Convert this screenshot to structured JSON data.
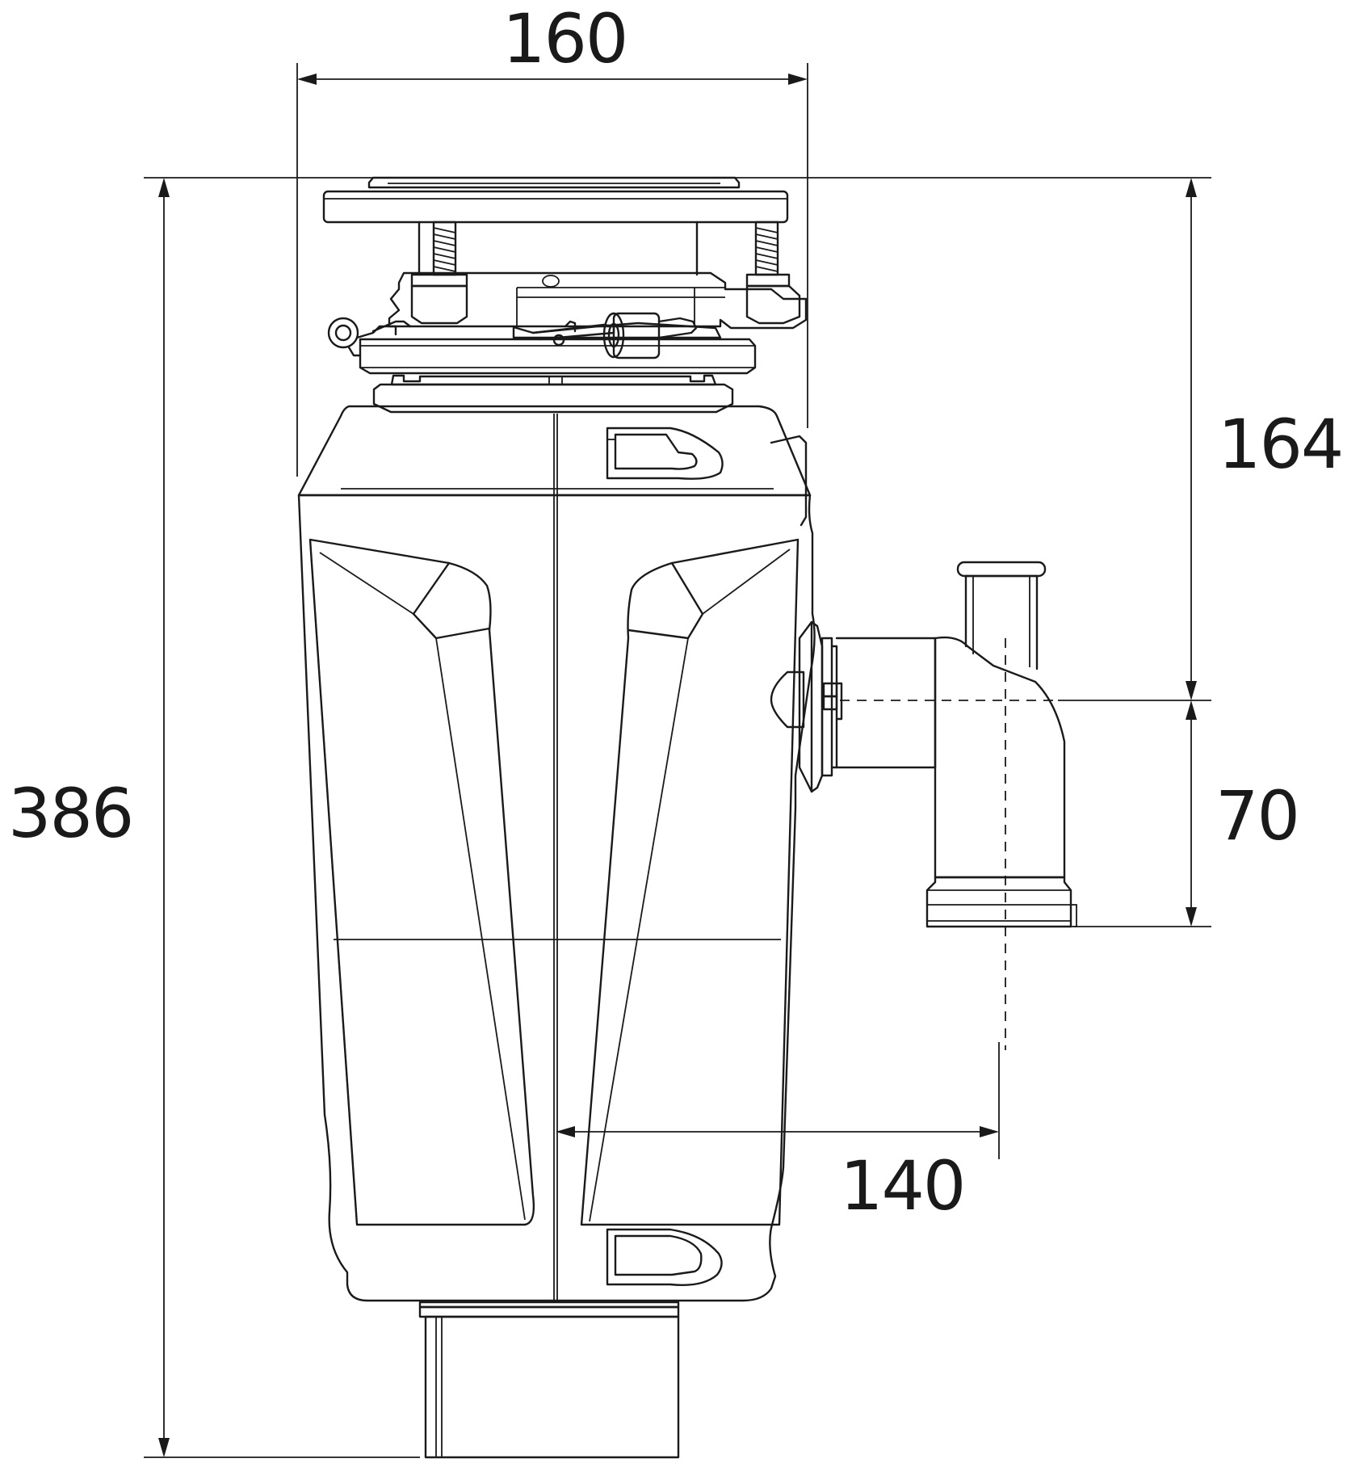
{
  "dimensions": {
    "width_top": "160",
    "height_total": "386",
    "height_to_outlet": "164",
    "outlet_drop": "70",
    "outlet_offset": "140"
  },
  "colors": {
    "line": "#1a1a1a",
    "background": "#ffffff"
  }
}
